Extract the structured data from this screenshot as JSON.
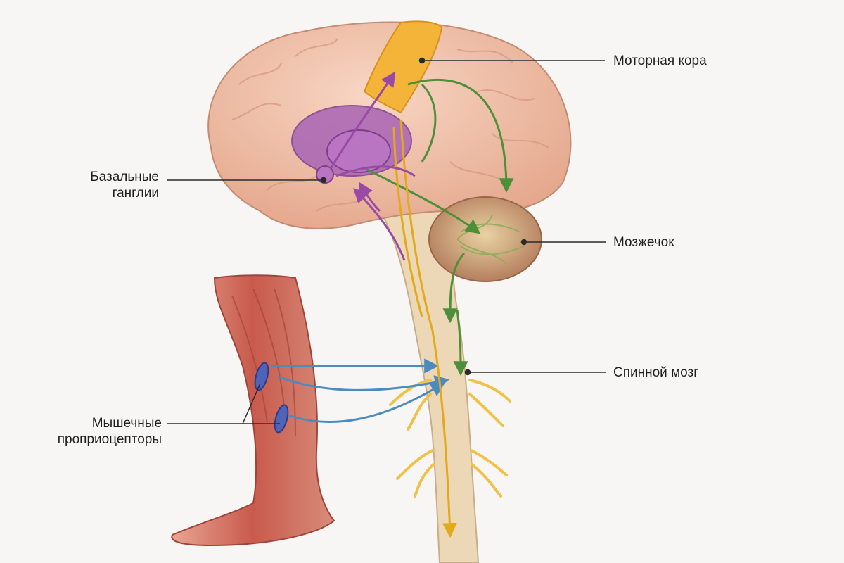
{
  "labels": {
    "motor_cortex": "Моторная кора",
    "basal_ganglia": [
      "Базальные",
      "ганглии"
    ],
    "cerebellum": "Мозжечок",
    "spinal_cord": "Спинной мозг",
    "proprioceptors": [
      "Мышечные",
      "проприоцепторы"
    ]
  },
  "colors": {
    "background": "#f7f6f4",
    "brain": "#f1c2aa",
    "motor_cortex": "#f4b43a",
    "basal_ganglia": "#a864b4",
    "cerebellum": "#d9a98b",
    "spinal_cord": "#ecd8b6",
    "nerves": "#f0c24a",
    "muscle": "#c8574c",
    "proprioceptor": "#4f63b8",
    "sensory_path": "#4b8bc0",
    "cerebellar_path": "#4e8f3a",
    "motor_path": "#e2a91a",
    "basal_path": "#9a4aa6",
    "leader_line": "#2a2a2a"
  }
}
